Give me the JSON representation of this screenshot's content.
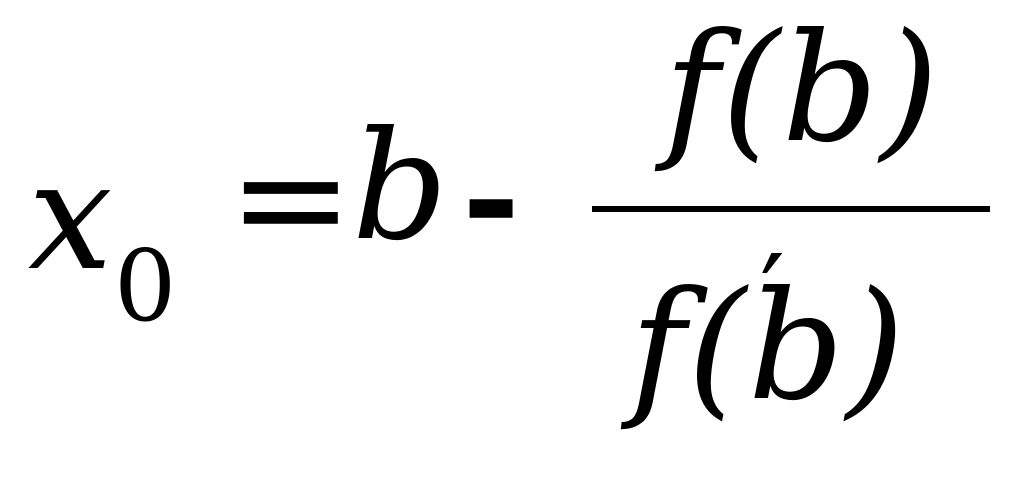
{
  "formula": {
    "lhs_variable": "x",
    "lhs_subscript": "0",
    "equals": "=",
    "first_term": "b",
    "operator": "-",
    "numerator": "f(b)",
    "denominator": "f(b)",
    "prime": "′"
  }
}
